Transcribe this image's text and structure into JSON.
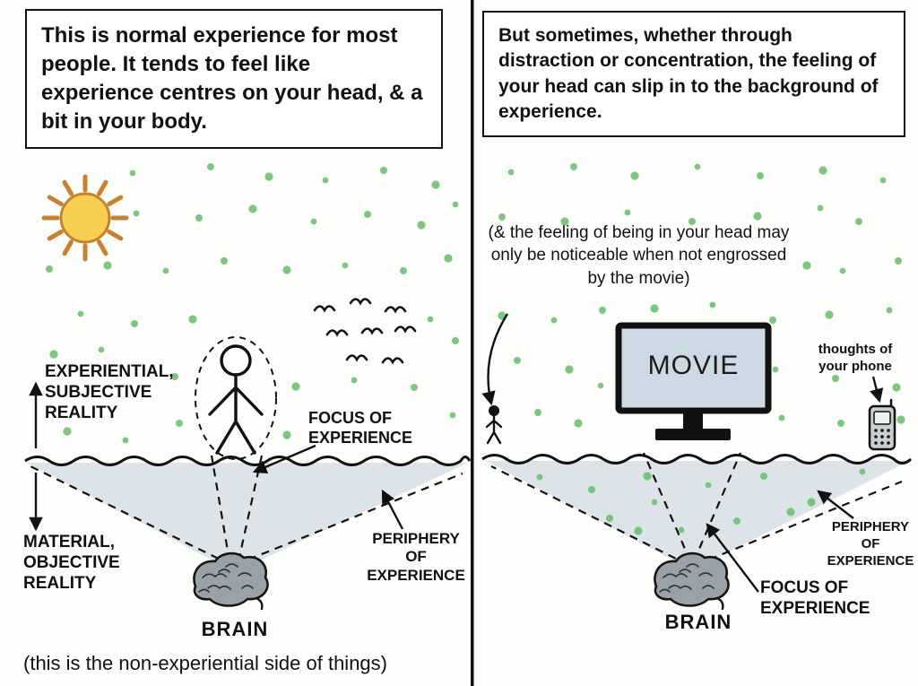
{
  "colors": {
    "background": "#fdfdfb",
    "ink": "#111111",
    "dot_green": "#6abf6e",
    "sun_fill": "#f8cf52",
    "sun_stroke": "#c8812f",
    "cone_fill": "#dde4e9",
    "tv_screen": "#ccdae4",
    "brain_fill": "#9aa2a7"
  },
  "left": {
    "caption": "This is normal experience for most people. It tends to feel like experience centres on your head, & a bit in your body.",
    "labels": {
      "experiential": "EXPERIENTIAL, SUBJECTIVE REALITY",
      "material": "MATERIAL, OBJECTIVE REALITY",
      "focus": "FOCUS OF EXPERIENCE",
      "periphery": "PERIPHERY OF EXPERIENCE",
      "brain": "BRAIN"
    },
    "footer": "(this is the non-experiential side of things)"
  },
  "right": {
    "caption": "But sometimes, whether through distraction or concentration, the feeling of your head can slip in to the background of experience.",
    "note": "(& the feeling of being in your head may only be noticeable when not engrossed by the movie)",
    "labels": {
      "movie": "MOVIE",
      "phone": "thoughts of your phone",
      "focus": "FOCUS OF EXPERIENCE",
      "periphery": "PERIPHERY OF EXPERIENCE",
      "brain": "BRAIN"
    }
  }
}
